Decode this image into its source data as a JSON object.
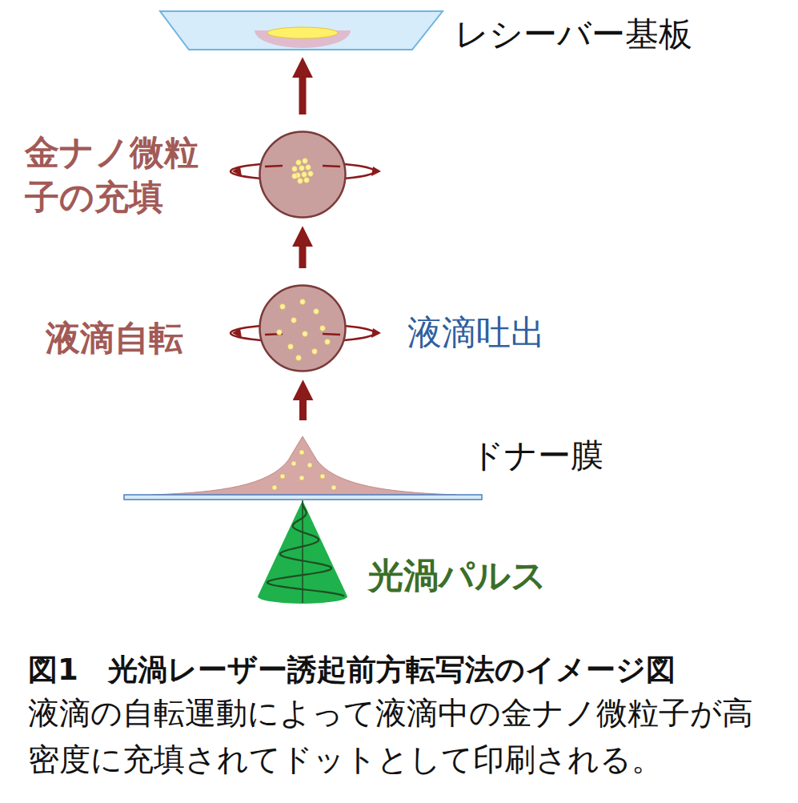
{
  "diagram": {
    "title": "図1　光渦レーザー誘起前方転写法のイメージ図",
    "caption": "液滴の自転運動によって液滴中の金ナノ微粒子が高密度に充填されてドットとして印刷される。",
    "nodes": [
      {
        "text": [
          "レシーバー基板"
        ]
      },
      {
        "text": [
          "金ナノ微粒子の充填"
        ]
      },
      {
        "text": [
          "液滴自転",
          "液滴吐出"
        ]
      },
      {
        "text": [
          "ドナー膜"
        ]
      },
      {
        "text": [
          "光渦パルス"
        ]
      }
    ],
    "edges": [
      {
        "from": 3,
        "to": 2,
        "arrow": "to"
      },
      {
        "from": 2,
        "to": 1,
        "arrow": "to"
      },
      {
        "from": 1,
        "to": 0,
        "arrow": "to"
      }
    ]
  }
}
